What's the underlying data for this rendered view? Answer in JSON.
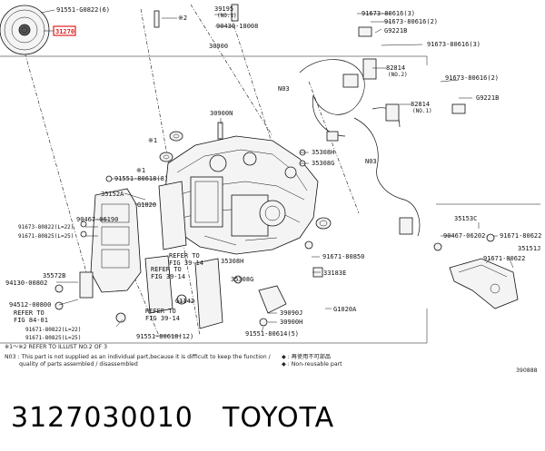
{
  "diagram": {
    "labels": [
      {
        "id": "p91551_g0822",
        "text": "91551-G0822(6)"
      },
      {
        "id": "p31270",
        "text": "31270",
        "highlight": true
      },
      {
        "id": "p_star2_top",
        "text": "※2"
      },
      {
        "id": "p39195",
        "text": "39195"
      },
      {
        "id": "p39195_note",
        "text": "(NO.1)"
      },
      {
        "id": "p90430",
        "text": "90430-18008"
      },
      {
        "id": "p30900",
        "text": "30900"
      },
      {
        "id": "p91673_80616_a",
        "text": "91673-80616(3)"
      },
      {
        "id": "p91673_80616_b",
        "text": "91673-80616(2)"
      },
      {
        "id": "p_g9221b_a",
        "text": "G9221B"
      },
      {
        "id": "p91673_80616_c",
        "text": "91673-80616(3)"
      },
      {
        "id": "p82814_a",
        "text": "82814"
      },
      {
        "id": "p82814_a_note",
        "text": "(NO.2)"
      },
      {
        "id": "p_n03_a",
        "text": "N03"
      },
      {
        "id": "p91673_80616_d",
        "text": "91673-80616(2)"
      },
      {
        "id": "p82814_b",
        "text": "82814"
      },
      {
        "id": "p82814_b_note",
        "text": "(NO.1)"
      },
      {
        "id": "p_g9221b_b",
        "text": "G9221B"
      },
      {
        "id": "p30900n",
        "text": "30900N"
      },
      {
        "id": "p_star1_a",
        "text": "※1"
      },
      {
        "id": "p_star1_b",
        "text": "※1"
      },
      {
        "id": "p35308h_a",
        "text": "35308H"
      },
      {
        "id": "p35308g_a",
        "text": "35308G"
      },
      {
        "id": "p_n03_b",
        "text": "N03"
      },
      {
        "id": "p91551_80618_8",
        "text": "91551-80618(8)"
      },
      {
        "id": "p35152a",
        "text": "35152A"
      },
      {
        "id": "p90467_06190",
        "text": "90467-06190"
      },
      {
        "id": "p_g1020_a",
        "text": "G1020"
      },
      {
        "id": "p91673_80822_a",
        "text": "91673-80822(L=22)"
      },
      {
        "id": "p91671_80825_a",
        "text": "91671-80825(L=25)"
      },
      {
        "id": "p_refer_fig_a",
        "text": "REFER TO"
      },
      {
        "id": "p_refer_fig_a2",
        "text": "FIG 39-14"
      },
      {
        "id": "p_refer_fig_b",
        "text": "REFER TO"
      },
      {
        "id": "p_refer_fig_b2",
        "text": "FIG 39-14"
      },
      {
        "id": "p35308h_b",
        "text": "35308H"
      },
      {
        "id": "p35308g_b",
        "text": "35308G"
      },
      {
        "id": "p91671_80850",
        "text": "91671-80850"
      },
      {
        "id": "p33183e",
        "text": "33183E"
      },
      {
        "id": "p35572b",
        "text": "35572B"
      },
      {
        "id": "p94130_00802",
        "text": "94130-00802"
      },
      {
        "id": "p94512_00800",
        "text": "94512-00800"
      },
      {
        "id": "p_refer_84",
        "text": "REFER TO"
      },
      {
        "id": "p_refer_84_2",
        "text": "FIG 84-01"
      },
      {
        "id": "p91671_80822_b",
        "text": "91671-80822(L=22)"
      },
      {
        "id": "p91671_80825_b",
        "text": "91671-80825(L=25)"
      },
      {
        "id": "p_g1142",
        "text": "G1142"
      },
      {
        "id": "p_refer_fig_c",
        "text": "REFER TO"
      },
      {
        "id": "p_refer_fig_c2",
        "text": "FIG 39-14"
      },
      {
        "id": "p39090j",
        "text": "39090J"
      },
      {
        "id": "p30900h",
        "text": "30900H"
      },
      {
        "id": "p_g1020a",
        "text": "G1020A"
      },
      {
        "id": "p91551_80614",
        "text": "91551-80614(5)"
      },
      {
        "id": "p91551_80618_12",
        "text": "91551-80618(12)"
      },
      {
        "id": "p35153c",
        "text": "35153C"
      },
      {
        "id": "p90467_06202",
        "text": "90467-06202"
      },
      {
        "id": "p91671_80622_a",
        "text": "91671-80622"
      },
      {
        "id": "p35151j",
        "text": "35151J"
      },
      {
        "id": "p91671_80622_b",
        "text": "91671-80622"
      }
    ],
    "notes": {
      "refer": "※1〜※2 REFER TO ILLUST NO.2 OF 3",
      "n03_line1": "N03 : This part is not supplied as an individual part,because it is difficult to keep the function /",
      "n03_line2": "quality of parts assembled / disassembled",
      "legend_a": "◆ : 再使用不可部品",
      "legend_b": "◆ : Non-reusable part",
      "code": "390888"
    }
  },
  "footer": {
    "part_number": "3127030010",
    "brand": "TOYOTA"
  },
  "colors": {
    "highlight": "#e02020",
    "ink": "#111111"
  }
}
